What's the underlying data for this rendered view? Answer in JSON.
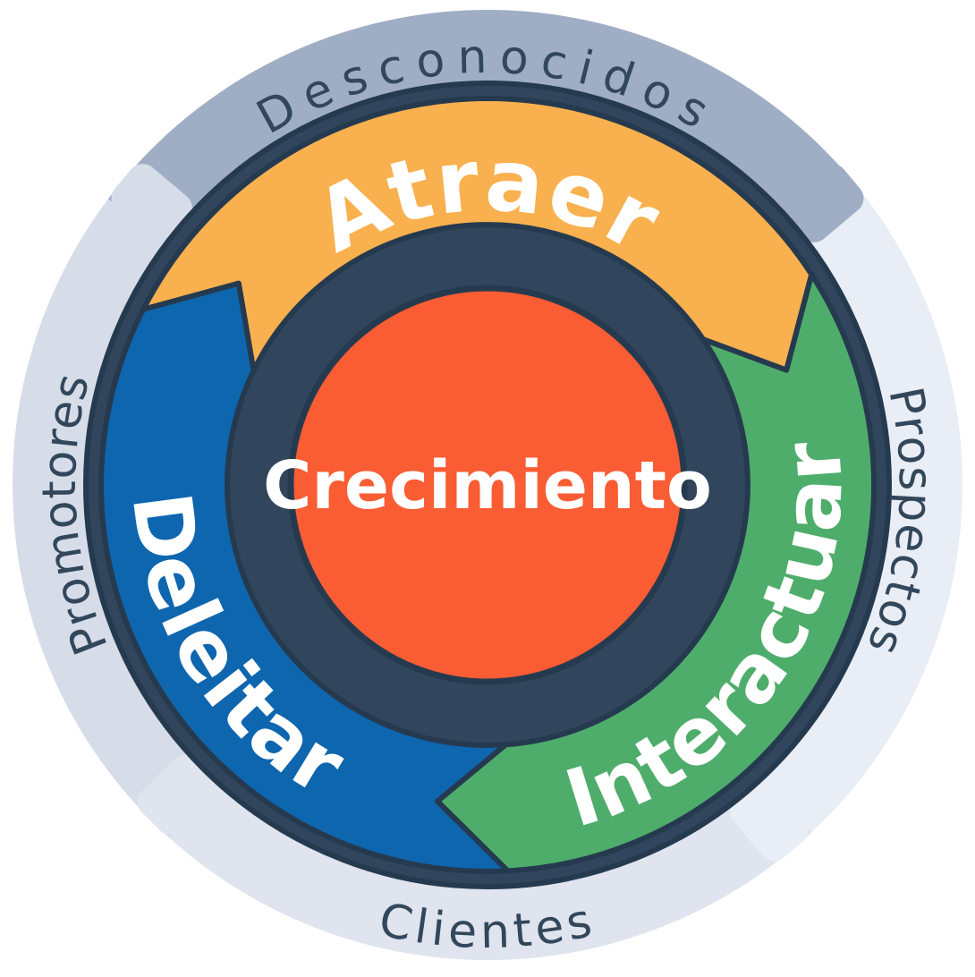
{
  "diagram": {
    "type": "flywheel",
    "center": {
      "label": "Crecimiento",
      "color": "#FA5C33",
      "text_color": "#FFFFFF"
    },
    "segments": [
      {
        "id": "atraer",
        "label": "Atraer",
        "color": "#F9B04E",
        "position": "top",
        "text_color": "#FFFFFF"
      },
      {
        "id": "interactuar",
        "label": "Interactuar",
        "color": "#4FAD6B",
        "position": "bottom-right",
        "text_color": "#FFFFFF"
      },
      {
        "id": "deleitar",
        "label": "Deleitar",
        "color": "#0E66AF",
        "position": "bottom-left",
        "text_color": "#FFFFFF"
      }
    ],
    "audience_stages": [
      {
        "id": "desconocidos",
        "label": "Desconocidos",
        "position": "top",
        "band_color": "#9FAEC5"
      },
      {
        "id": "prospectos",
        "label": "Prospectos",
        "position": "right",
        "band_color": "#E9EDF5"
      },
      {
        "id": "clientes",
        "label": "Clientes",
        "position": "bottom",
        "band_color": "#DFE4EF"
      },
      {
        "id": "promotores",
        "label": "Promotores",
        "position": "left",
        "band_color": "#D6DDE9"
      }
    ],
    "colors": {
      "wheel_base_navy": "#31455C",
      "outline_navy": "#263A4F",
      "ring_label_text": "#33475B",
      "background": "#FFFFFF"
    }
  }
}
